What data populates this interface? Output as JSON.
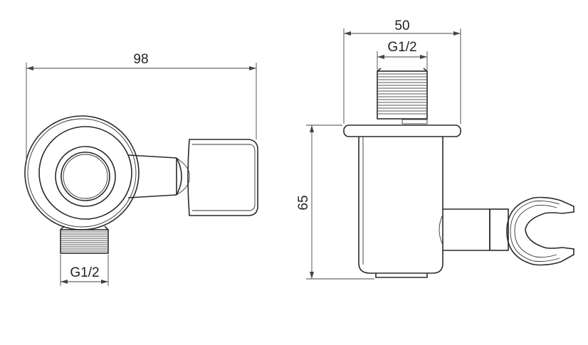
{
  "dimensions": {
    "front_width": "98",
    "front_thread": "G1/2",
    "side_width": "50",
    "side_thread": "G1/2",
    "side_height": "65"
  },
  "colors": {
    "line": "#2a2a2a",
    "background": "#ffffff"
  }
}
